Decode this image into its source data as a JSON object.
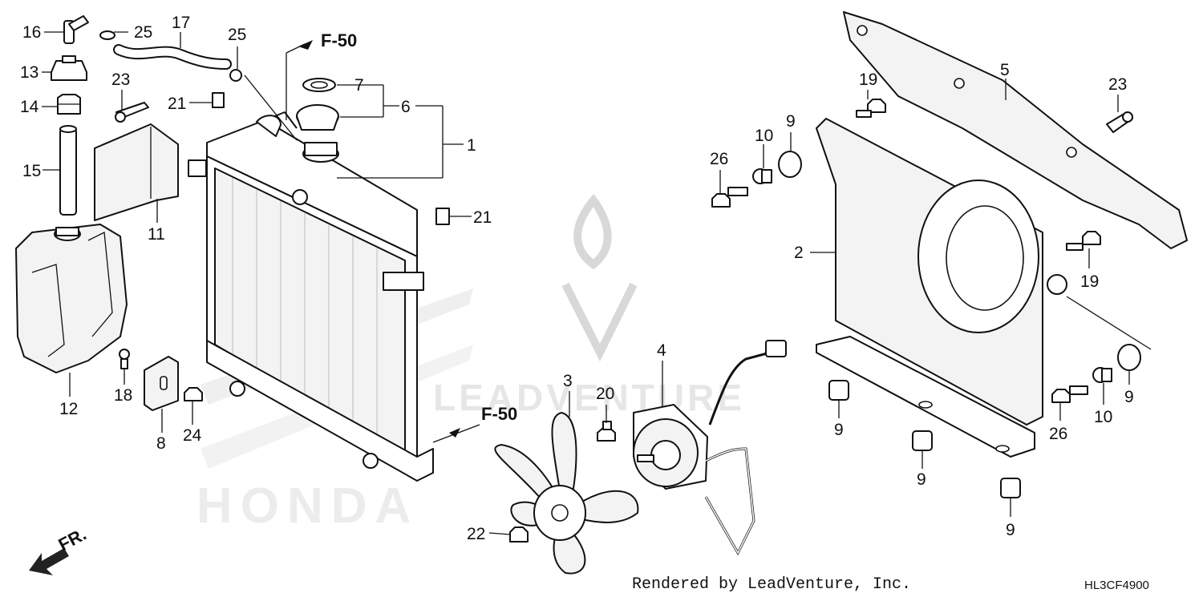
{
  "diagram": {
    "callouts": {
      "n1": "1",
      "n2": "2",
      "n3": "3",
      "n4": "4",
      "n5": "5",
      "n6": "6",
      "n7": "7",
      "n8": "8",
      "n9": "9",
      "n10": "10",
      "n11": "11",
      "n12": "12",
      "n13": "13",
      "n14": "14",
      "n15": "15",
      "n16": "16",
      "n17": "17",
      "n18": "18",
      "n19": "19",
      "n20": "20",
      "n21": "21",
      "n22": "22",
      "n23": "23",
      "n24": "24",
      "n25": "25",
      "n26": "26"
    },
    "references": {
      "f50": "F-50"
    },
    "front_marker": "FR.",
    "watermark": "LEADVENTURE",
    "brand_mark": "HONDA"
  },
  "footer": {
    "rendered_by": "Rendered by LeadVenture, Inc.",
    "diagram_code": "HL3CF4900"
  }
}
